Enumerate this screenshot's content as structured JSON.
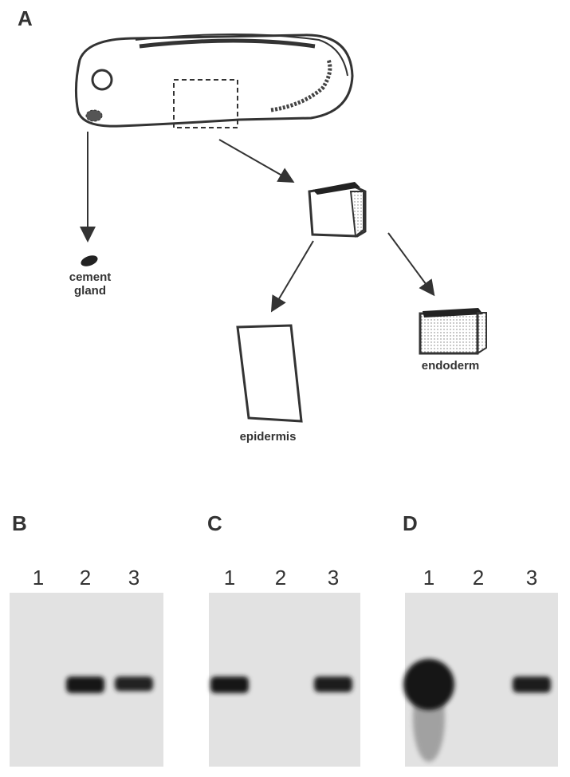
{
  "panel_a": {
    "label": "A",
    "labels": {
      "cement_gland_line1": "cement",
      "cement_gland_line2": "gland",
      "epidermis": "epidermis",
      "endoderm": "endoderm"
    }
  },
  "gels": [
    {
      "label": "B",
      "lanes": [
        "1",
        "2",
        "3"
      ],
      "band_intensity": [
        0,
        0.9,
        0.7
      ]
    },
    {
      "label": "C",
      "lanes": [
        "1",
        "2",
        "3"
      ],
      "band_intensity": [
        0.9,
        0,
        0.8
      ]
    },
    {
      "label": "D",
      "lanes": [
        "1",
        "2",
        "3"
      ],
      "band_intensity": [
        1,
        0,
        0.85
      ]
    }
  ]
}
